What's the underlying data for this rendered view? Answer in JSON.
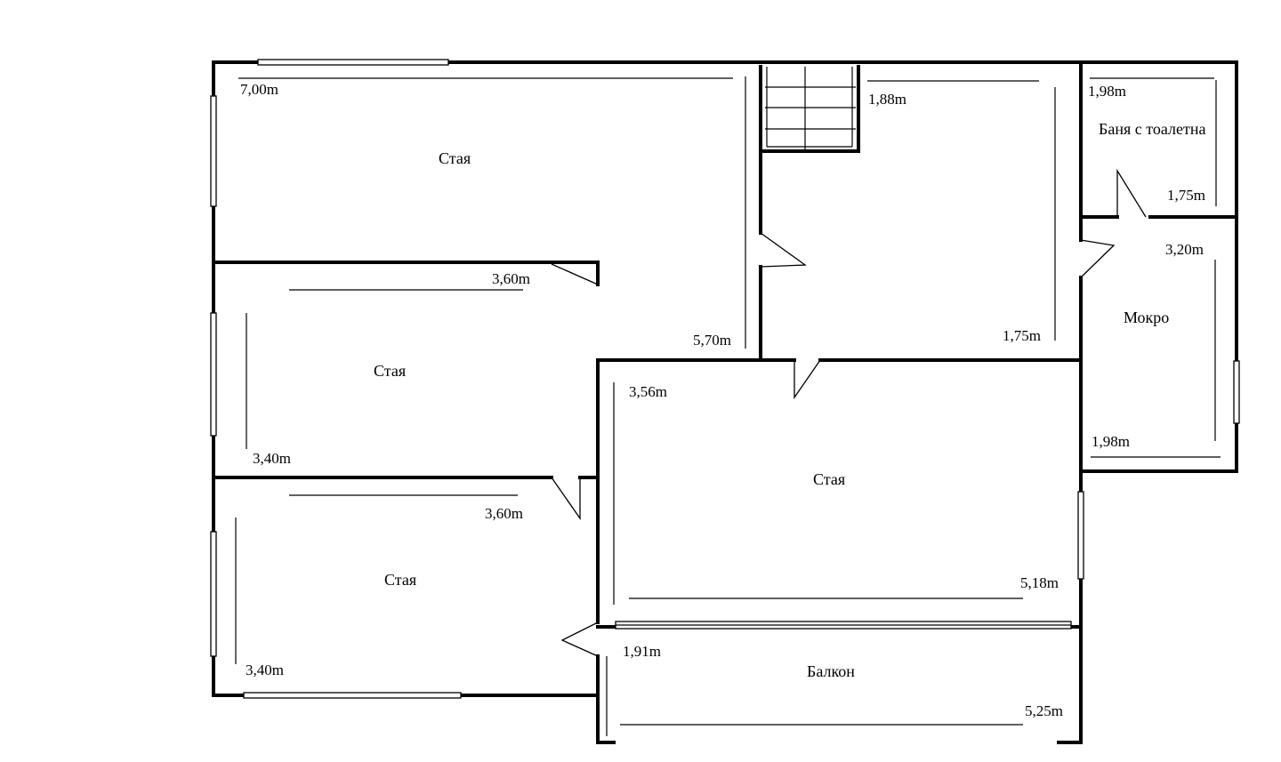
{
  "rooms": {
    "top_room": "Стая",
    "middle_left": "Стая",
    "bottom_left": "Стая",
    "center_right": "Стая",
    "bathroom": "Баня с тоалетна",
    "wet_room": "Мокро",
    "balcony": "Балкон"
  },
  "dimensions": {
    "top_room_width": "7,00m",
    "top_room_depth": "5,70m",
    "hall_width": "1,88m",
    "hall_depth": "1,75m",
    "bath_width": "1,98m",
    "bath_depth": "1,75m",
    "wet_depth": "3,20m",
    "wet_width": "1,98m",
    "middle_left_width": "3,60m",
    "middle_left_depth": "3,40m",
    "bottom_left_width": "3,60m",
    "bottom_left_depth": "3,40m",
    "center_room_depth": "3,56m",
    "center_room_width": "5,18m",
    "balcony_depth": "1,91m",
    "balcony_width": "5,25m"
  }
}
